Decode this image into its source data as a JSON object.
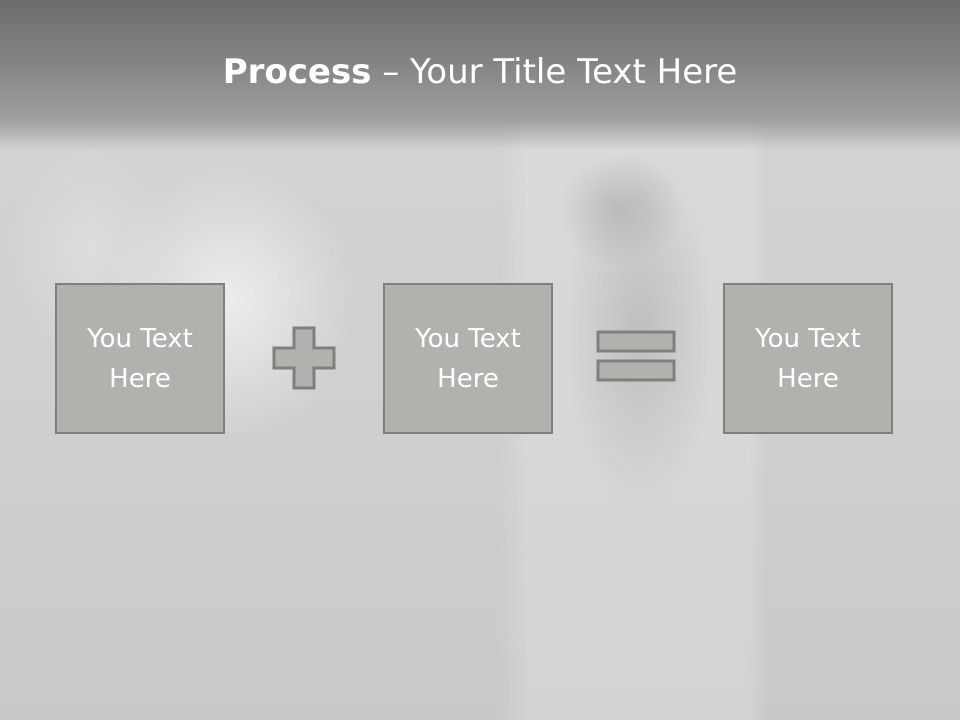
{
  "slide": {
    "title_bold": "Process",
    "title_rest": " – Your Title Text Here",
    "boxes": [
      {
        "text": "You Text\nHere"
      },
      {
        "text": "You Text\nHere"
      },
      {
        "text": "You Text\nHere"
      }
    ],
    "operators": [
      "plus-icon",
      "equals-icon"
    ],
    "colors": {
      "box_fill": "#b2b1ae",
      "box_border": "#7f7f7f",
      "title_band": "#7a7a7a",
      "text": "#ffffff"
    }
  }
}
